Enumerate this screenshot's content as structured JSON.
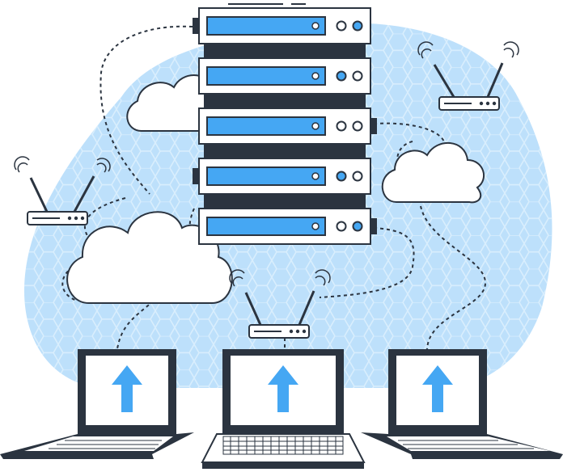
{
  "palette": {
    "blob": "#bde0fb",
    "hex_lines": "#d6ecfd",
    "dark": "#2b3440",
    "accent": "#45a7f3",
    "white": "#ffffff"
  },
  "server_rack": {
    "units": [
      {
        "lights": [
          "off",
          "on"
        ],
        "cable_side": "left"
      },
      {
        "lights": [
          "on",
          "off"
        ],
        "cable_side": "none"
      },
      {
        "lights": [
          "off",
          "off"
        ],
        "cable_side": "right"
      },
      {
        "lights": [
          "on",
          "off"
        ],
        "cable_side": "left"
      },
      {
        "lights": [
          "off",
          "on"
        ],
        "cable_side": "right"
      }
    ]
  },
  "routers": [
    {
      "name": "router-left"
    },
    {
      "name": "router-top-right"
    },
    {
      "name": "router-center"
    }
  ],
  "clouds": [
    {
      "name": "cloud-top-left"
    },
    {
      "name": "cloud-right"
    },
    {
      "name": "cloud-large-left"
    }
  ],
  "laptops": [
    {
      "name": "laptop-left",
      "screen_icon": "upload-arrow-icon",
      "view": "angled-left"
    },
    {
      "name": "laptop-center",
      "screen_icon": "upload-arrow-icon",
      "view": "front"
    },
    {
      "name": "laptop-right",
      "screen_icon": "upload-arrow-icon",
      "view": "angled-right"
    }
  ]
}
